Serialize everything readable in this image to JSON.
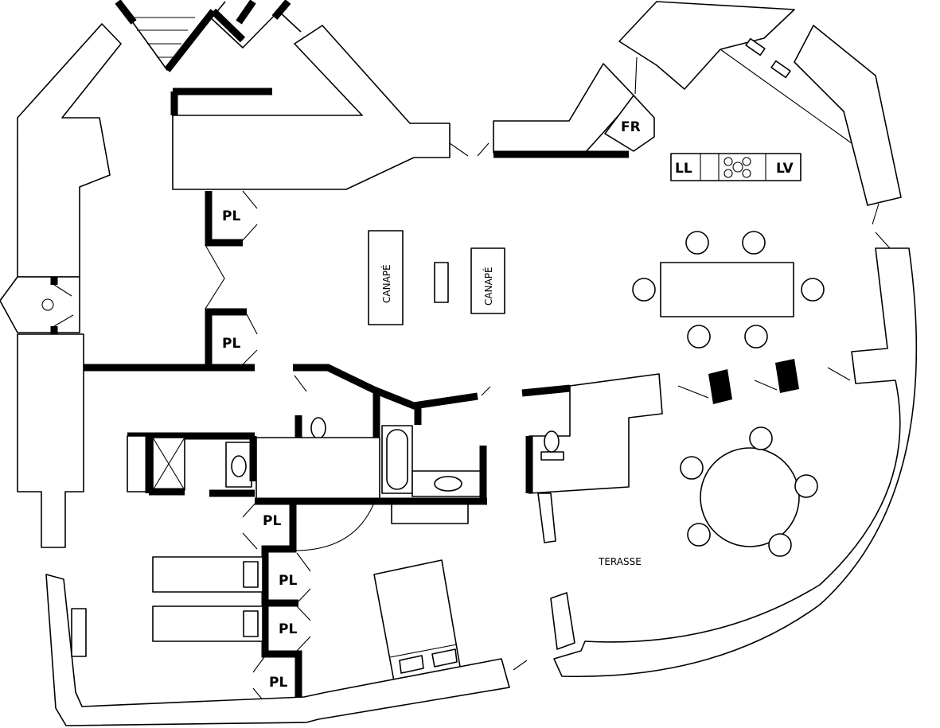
{
  "labels": {
    "pl": "PL",
    "fr": "FR",
    "ll": "LL",
    "lv": "LV",
    "canape": "CANAPÉ",
    "terasse": "TERASSE"
  },
  "colors": {
    "wall": "#000000",
    "background": "#ffffff"
  }
}
